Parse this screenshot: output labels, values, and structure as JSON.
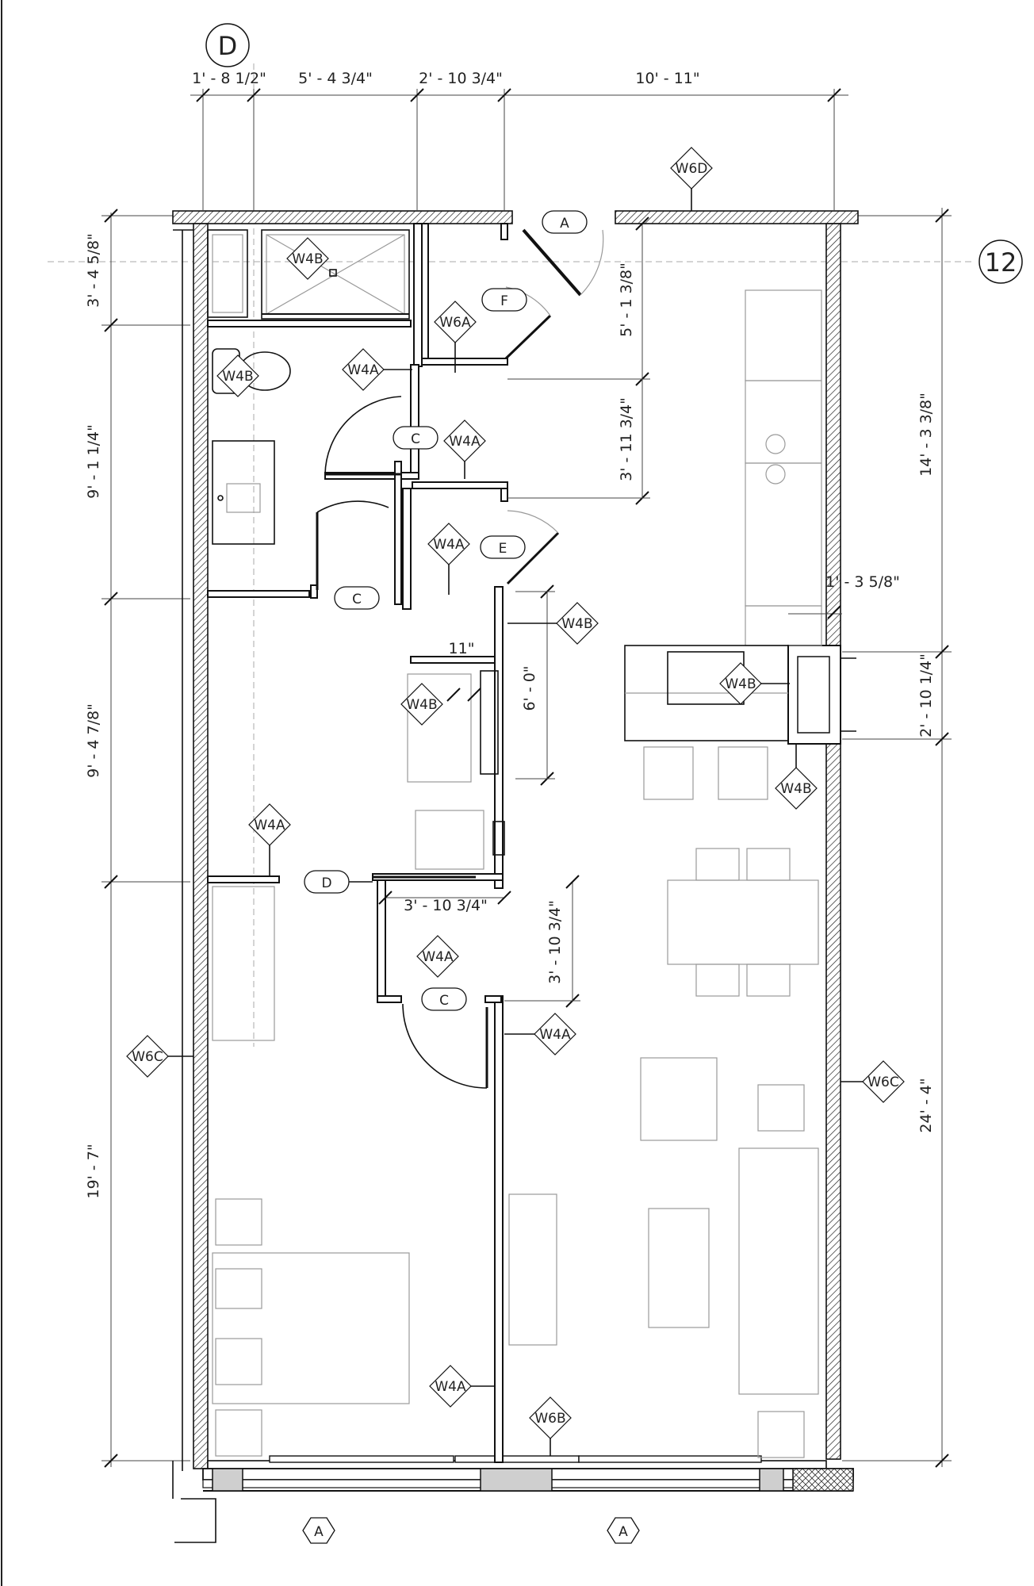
{
  "grid_markers": {
    "column": "D",
    "row": "12"
  },
  "dimensions": {
    "top": [
      "1' - 8 1/2\"",
      "5' - 4 3/4\"",
      "2' - 10 3/4\"",
      "10' - 11\""
    ],
    "left": [
      "3' - 4 5/8\"",
      "9' - 1 1/4\"",
      "9' - 4 7/8\"",
      "19' - 7\""
    ],
    "right": [
      "14' - 3 3/8\"",
      "2' - 10 1/4\"",
      "24' - 4\""
    ],
    "interior": {
      "closet_f_height": "5' - 1 3/8\"",
      "hall_width": "3' - 11 3/4\"",
      "wall_offset": "1' - 3 5/8\"",
      "wd_width": "11\"",
      "wd_height": "6' - 0\"",
      "closet_d_width": "3' - 10 3/4\"",
      "closet_d_height": "3' - 10 3/4\""
    }
  },
  "wall_tags": {
    "W6D": "W6D",
    "W6A": "W6A",
    "W6B": "W6B",
    "W6C": "W6C",
    "W4A": "W4A",
    "W4B": "W4B"
  },
  "door_tags": {
    "A": "A",
    "C": "C",
    "D": "D",
    "E": "E",
    "F": "F"
  },
  "window_tags": {
    "A": "A"
  }
}
